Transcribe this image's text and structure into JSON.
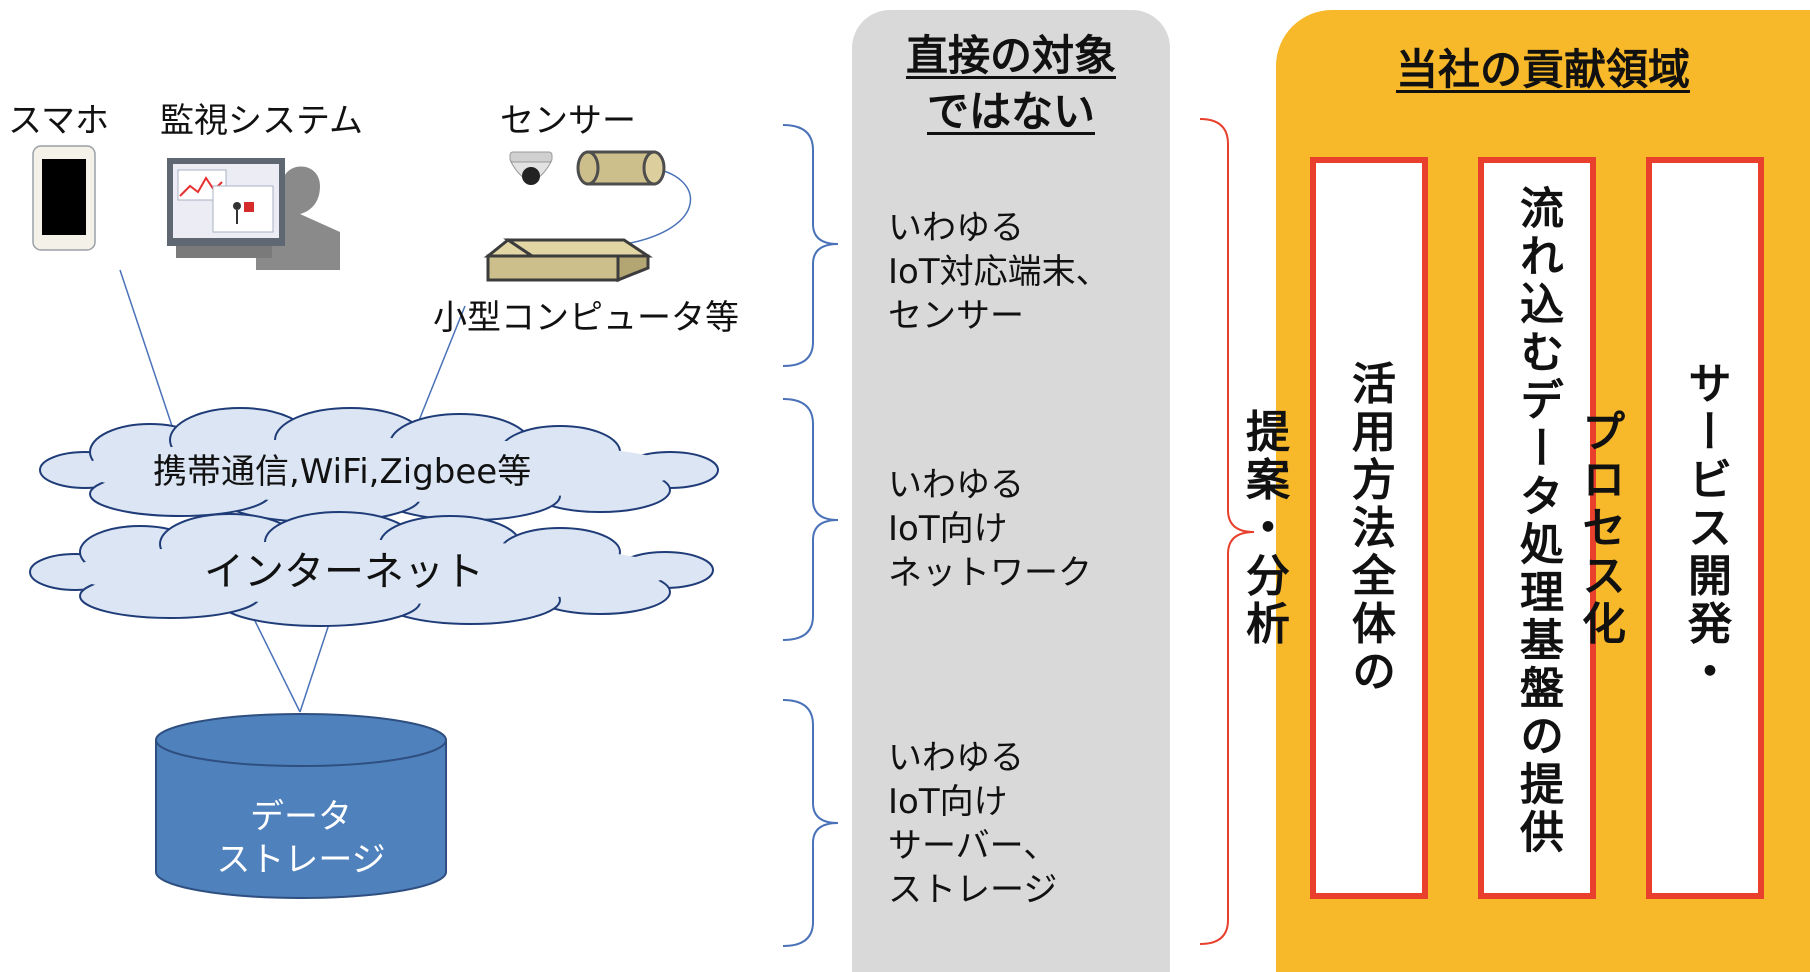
{
  "devices": {
    "smartphone": "スマホ",
    "monitoring": "監視システム",
    "sensor": "センサー",
    "small_computer": "小型コンピュータ等"
  },
  "networks": {
    "mobile": "携帯通信,WiFi,Zigbee等",
    "internet": "インターネット"
  },
  "storage": {
    "line1": "データ",
    "line2": "ストレージ"
  },
  "not_direct": {
    "title_line1": "直接の対象",
    "title_line2": "ではない",
    "devices": [
      "いわゆる",
      "IoT対応端末、",
      "センサー"
    ],
    "network": [
      "いわゆる",
      "IoT向け",
      "ネットワーク"
    ],
    "server": [
      "いわゆる",
      "IoT向け",
      "サーバー、",
      "ストレージ"
    ]
  },
  "contribution": {
    "title": "当社の貢献領域",
    "items": [
      "活用方法全体の提案・分析",
      "流れ込むデータ処理基盤の提供",
      "サービス開発・プロセス化"
    ]
  },
  "colors": {
    "gray_panel": "#d9d9d9",
    "yellow_panel": "#f7b829",
    "red_border": "#e8402c",
    "blue_bracket": "#4a72b8",
    "cloud_fill": "#dbe5f3",
    "storage_fill": "#4f81bd"
  },
  "icons": [
    "smartphone-icon",
    "monitor-person-icon",
    "camera-icon",
    "sensor-cylinder-icon",
    "small-computer-icon"
  ]
}
